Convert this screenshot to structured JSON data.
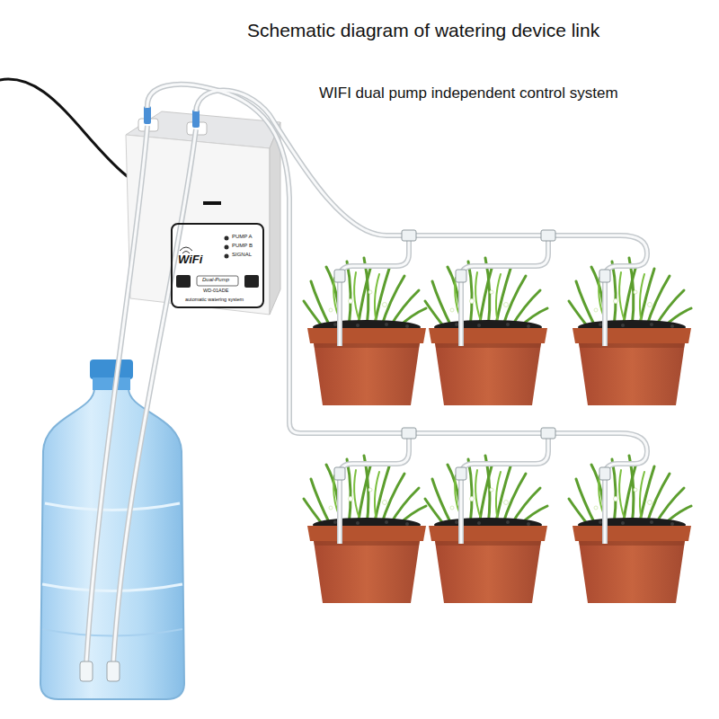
{
  "diagram": {
    "title": "Schematic diagram of watering device link",
    "nodes": [
      {
        "text": [
          "WiFi",
          "PUMP A",
          "PUMP B",
          "SIGNAL",
          "Dual-Pump",
          "WD-01ADE",
          "automatic watering system"
        ]
      }
    ],
    "labels": [
      "WIFI dual pump independent control system"
    ]
  }
}
